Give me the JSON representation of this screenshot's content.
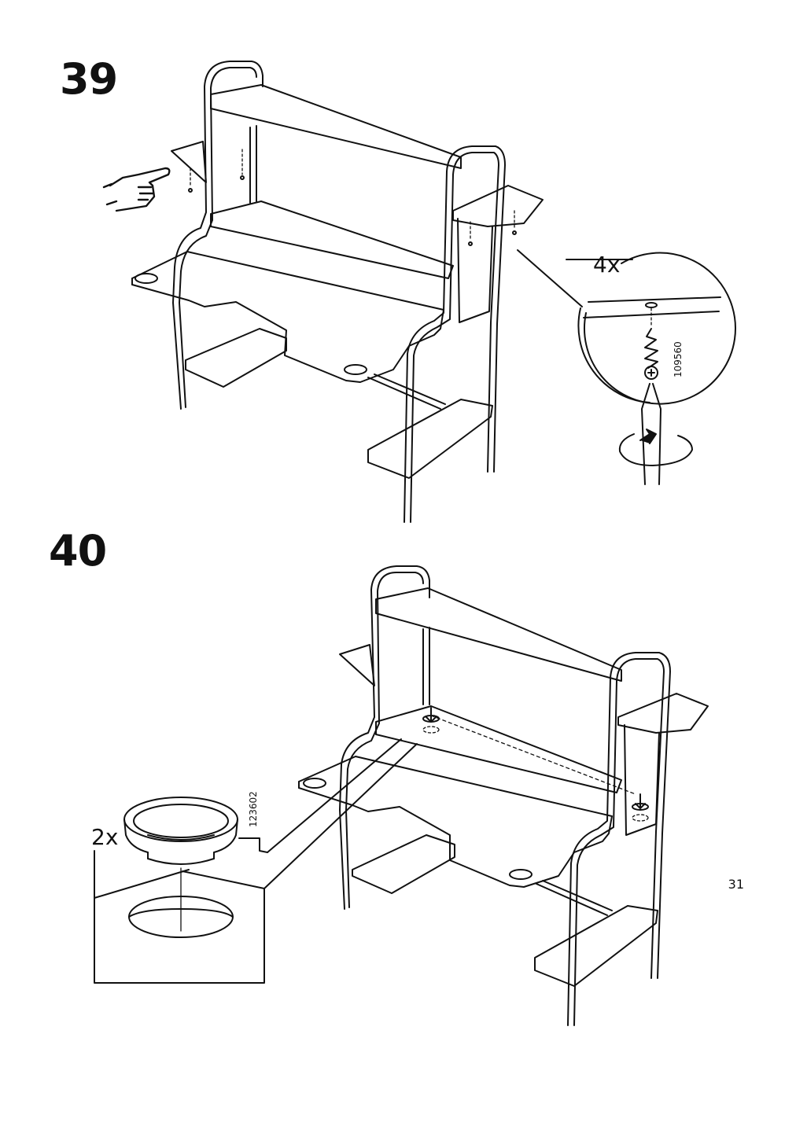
{
  "steps": [
    {
      "number": "39",
      "quantity": "4x",
      "part_number": "109560"
    },
    {
      "number": "40",
      "quantity": "2x",
      "part_number": "123602"
    }
  ],
  "page_number": "31",
  "icons": {
    "step39": [
      "pointing-hand-icon",
      "screw-icon",
      "screwdriver-icon",
      "rotate-clockwise-icon"
    ],
    "step40": [
      "cable-grommet-icon"
    ]
  }
}
